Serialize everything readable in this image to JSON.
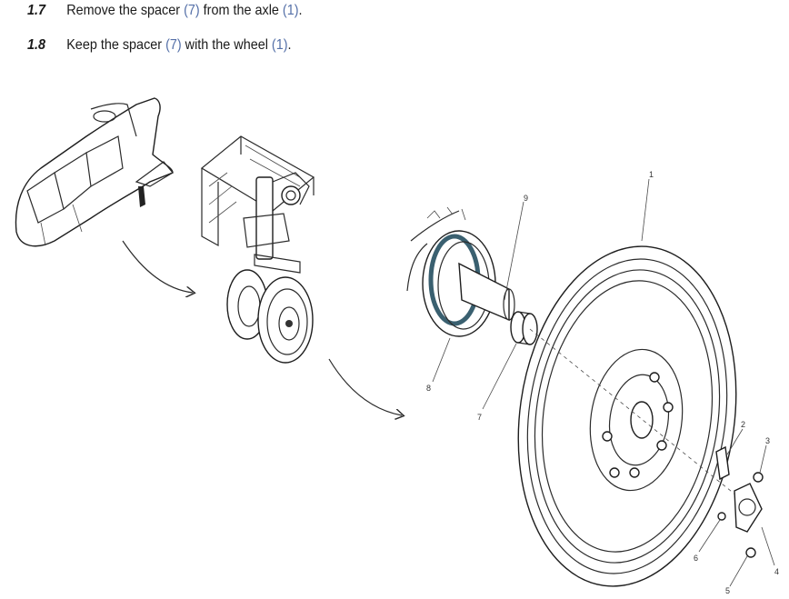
{
  "instructions": [
    {
      "number": "1.7",
      "parts": [
        {
          "text": "Remove the spacer ",
          "ref": false
        },
        {
          "text": "(7)",
          "ref": true
        },
        {
          "text": " from the axle ",
          "ref": false
        },
        {
          "text": "(1)",
          "ref": true
        },
        {
          "text": ".",
          "ref": false
        }
      ]
    },
    {
      "number": "1.8",
      "parts": [
        {
          "text": "Keep the spacer ",
          "ref": false
        },
        {
          "text": "(7)",
          "ref": true
        },
        {
          "text": " with the wheel ",
          "ref": false
        },
        {
          "text": "(1)",
          "ref": true
        },
        {
          "text": ".",
          "ref": false
        }
      ]
    }
  ],
  "callouts": {
    "c1": "1",
    "c2": "2",
    "c3": "3",
    "c4": "4",
    "c5": "5",
    "c6": "6",
    "c7": "7",
    "c8": "8",
    "c9": "9"
  },
  "colors": {
    "text": "#1a1a1a",
    "reference": "#5570a8",
    "line_art": "#2b2b2b",
    "hub_accent": "#3a6070"
  }
}
